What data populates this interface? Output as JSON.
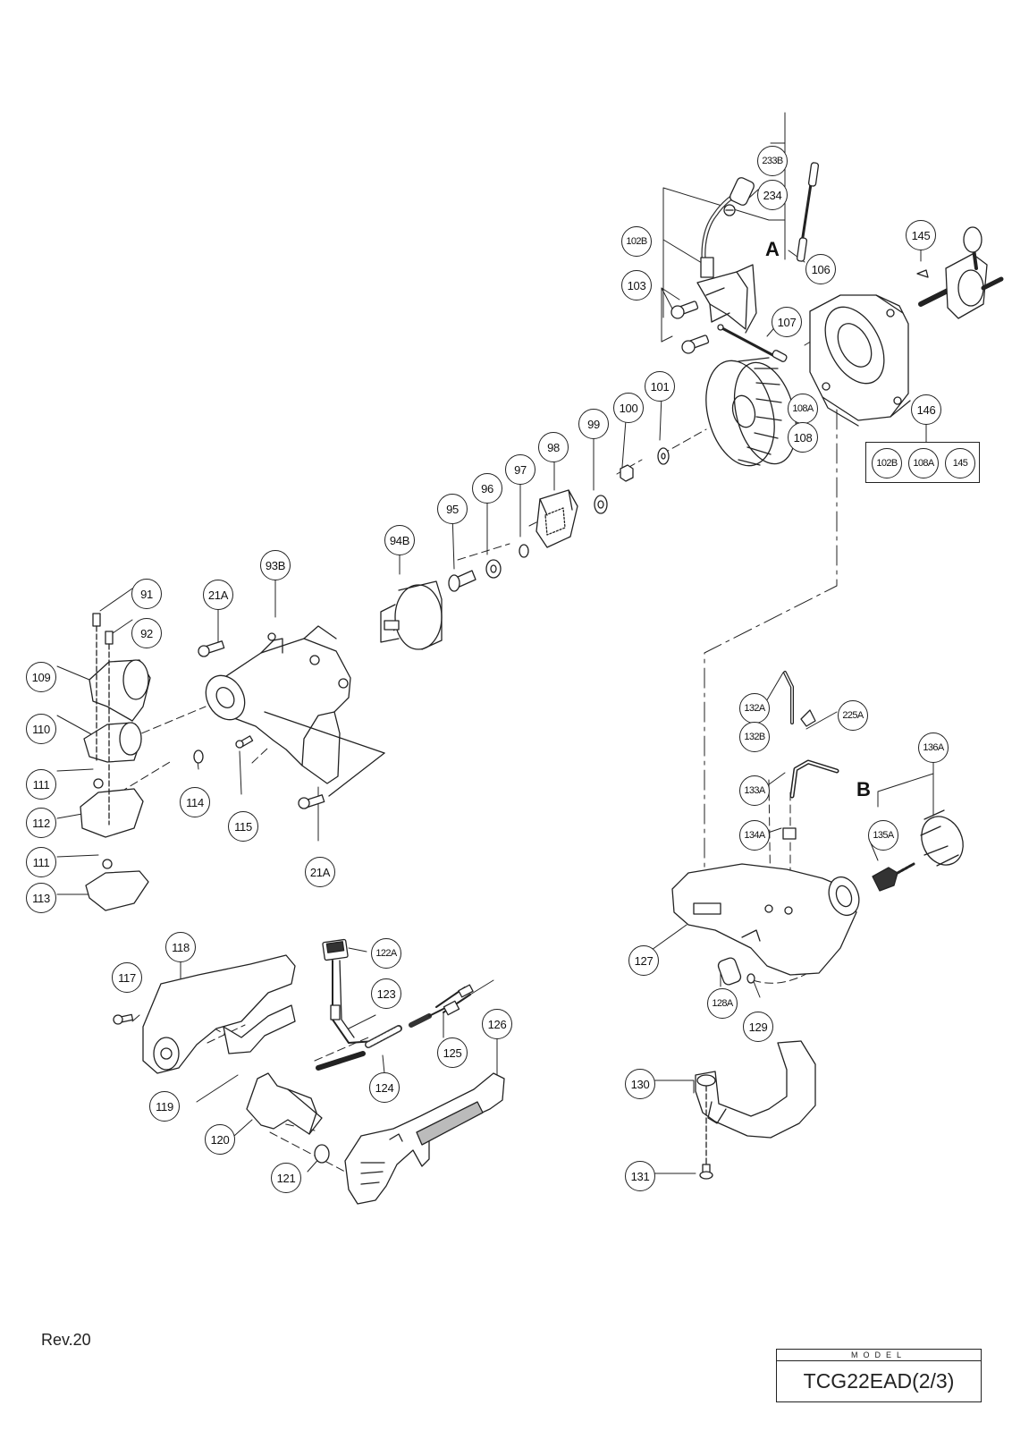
{
  "callouts": {
    "c233B": "233B",
    "c234": "234",
    "c102B": "102B",
    "c106": "106",
    "c103": "103",
    "c107": "107",
    "c145": "145",
    "c101": "101",
    "c100": "100",
    "c99": "99",
    "c108A": "108A",
    "c108": "108",
    "c146": "146",
    "c98": "98",
    "c97": "97",
    "c96": "96",
    "c95": "95",
    "c94B": "94B",
    "c93B": "93B",
    "c21A_top": "21A",
    "c21A_bottom": "21A",
    "c91": "91",
    "c92": "92",
    "c109": "109",
    "c110": "110",
    "c111_top": "111",
    "c111_bottom": "111",
    "c112": "112",
    "c113": "113",
    "c114": "114",
    "c115": "115",
    "c132A": "132A",
    "c132B": "132B",
    "c225A": "225A",
    "c136A": "136A",
    "c133A": "133A",
    "c134A": "134A",
    "c135A": "135A",
    "c127": "127",
    "c128A": "128A",
    "c129": "129",
    "c130": "130",
    "c131": "131",
    "c117": "117",
    "c118": "118",
    "c119": "119",
    "c120": "120",
    "c121": "121",
    "c122A": "122A",
    "c123": "123",
    "c124": "124",
    "c125": "125",
    "c126": "126"
  },
  "kit": {
    "k102B": "102B",
    "k108A": "108A",
    "k145": "145"
  },
  "refs": {
    "A": "A",
    "B": "B"
  },
  "footer": {
    "revision": "Rev.20",
    "model_label": "MODEL",
    "model_name": "TCG22EAD(2/3)"
  }
}
